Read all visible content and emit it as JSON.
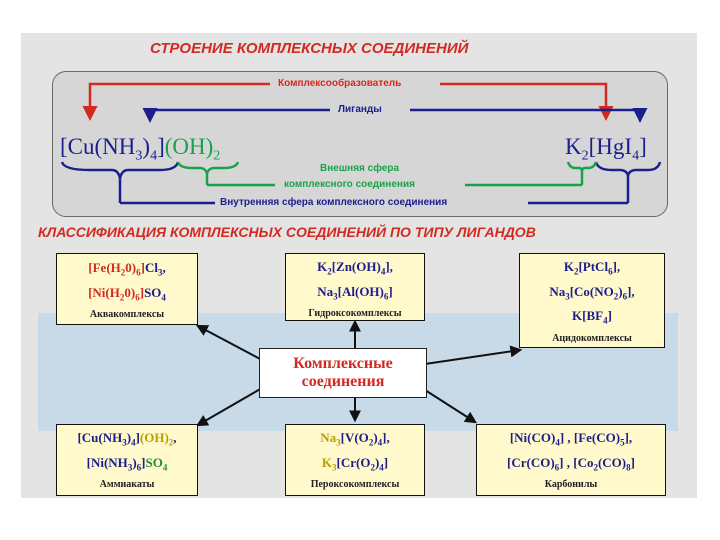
{
  "titles": {
    "structure": "СТРОЕНИЕ КОМПЛЕКСНЫХ СОЕДИНЕНИЙ",
    "classification": "КЛАССИФИКАЦИЯ КОМПЛЕКСНЫХ СОЕДИНЕНИЙ ПО ТИПУ ЛИГАНДОВ"
  },
  "structure": {
    "complexing_agent": "Комплексообразователь",
    "ligands": "Лиганды",
    "outer_sphere": "Внешняя сфера",
    "outer_sphere_2": "комплексного соединения",
    "inner_sphere": "Внутренняя сфера комплексного соединения"
  },
  "center": {
    "line1": "Комплексные",
    "line2": "соединения"
  },
  "categories": {
    "aqua": "Аквакомплексы",
    "hydroxo": "Гидроксокомплексы",
    "acido": "Ацидокомплексы",
    "ammine": "Аммиакаты",
    "peroxo": "Пероксокомплексы",
    "carbonyl": "Карбонилы"
  },
  "colors": {
    "title": "#d32a20",
    "formula": "#1b1e8c",
    "outer": "#1aa24a",
    "arrow_red": "#d32a20",
    "arrow_blue": "#1b1e8c",
    "box_fill": "#fff9cc"
  }
}
